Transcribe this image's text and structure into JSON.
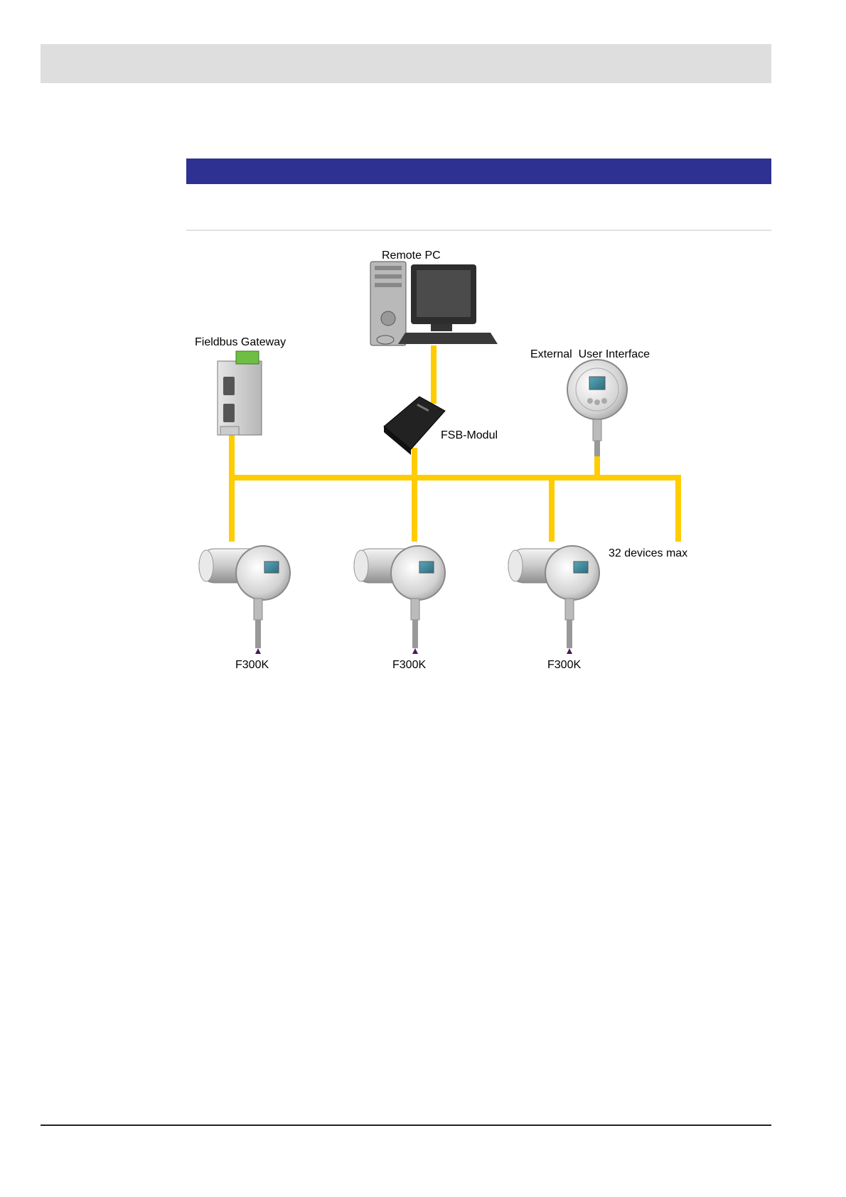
{
  "diagram": {
    "labels": {
      "remote_pc": "Remote PC",
      "fieldbus_gateway": "Fieldbus Gateway",
      "external_ui": "External  User Interface",
      "fsb_modul": "FSB-Modul",
      "devices_max": "32 devices max"
    },
    "devices": [
      "F300K",
      "F300K",
      "F300K"
    ],
    "colors": {
      "bus": "#ffcc00",
      "header_band": "#dedede",
      "section_bar": "#2e3192"
    }
  }
}
